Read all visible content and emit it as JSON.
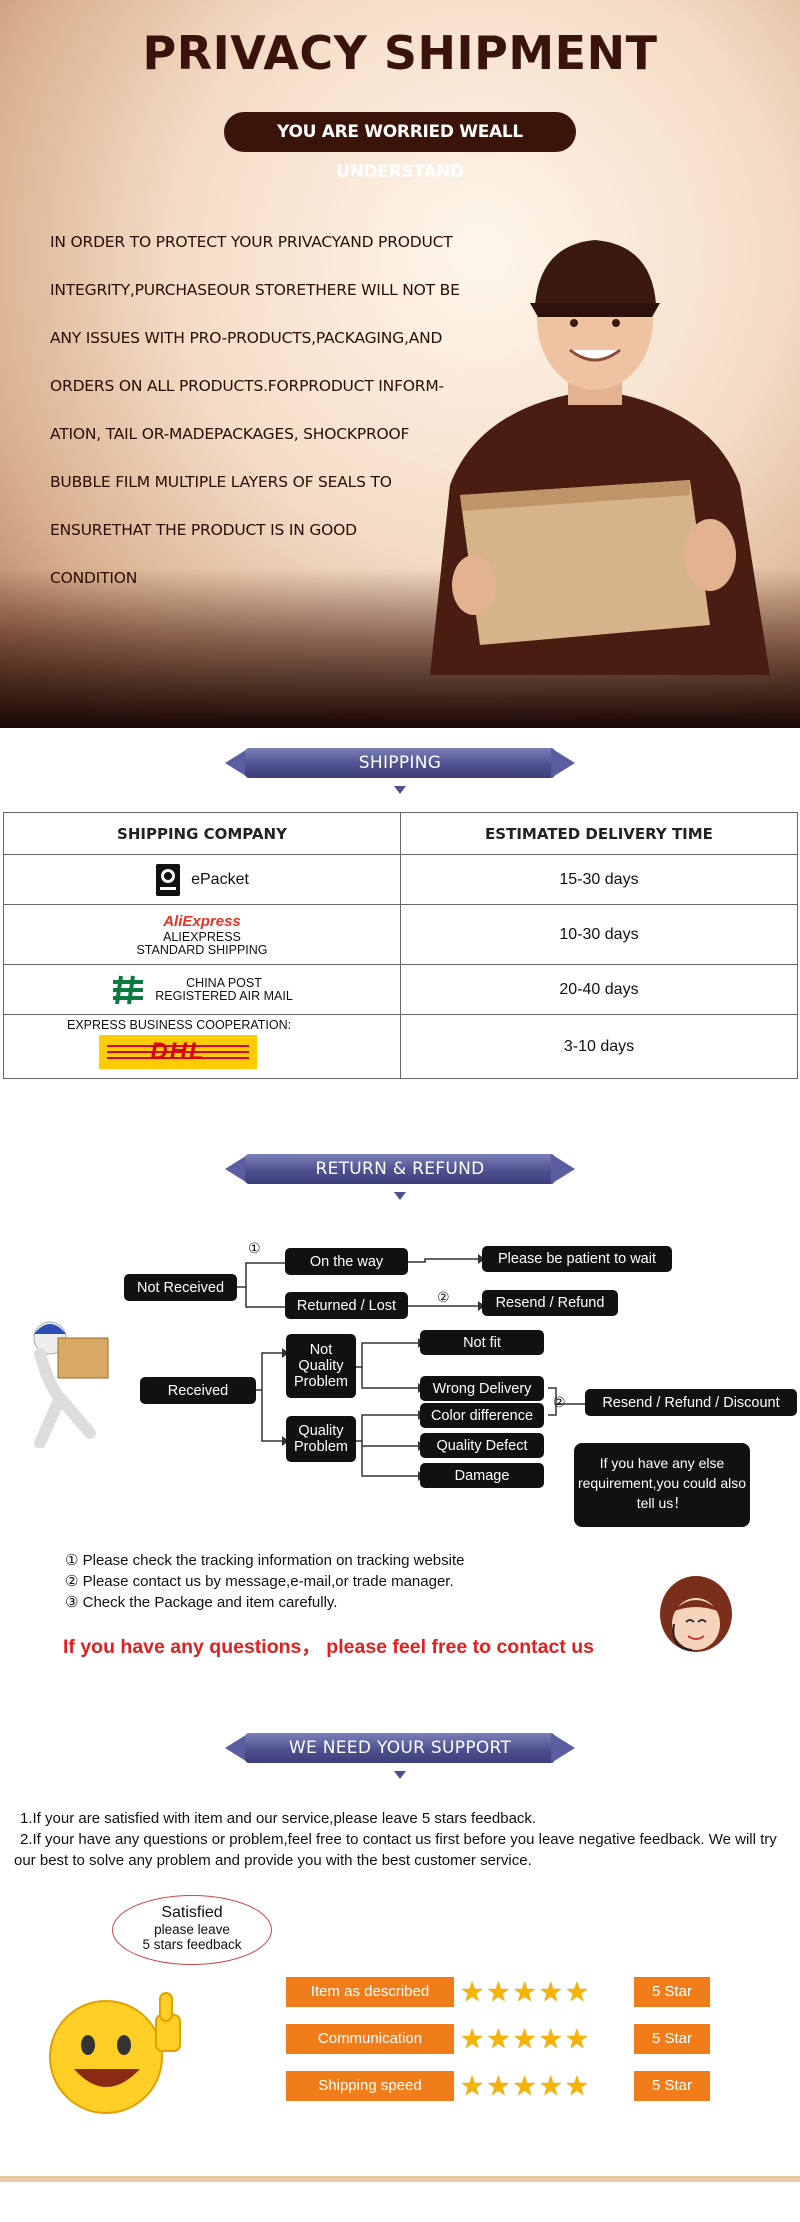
{
  "hero": {
    "title": "PRIVACY SHIPMENT",
    "subtitle": "YOU ARE WORRIED WEALL UNDERSTAND",
    "lines": [
      "IN ORDER TO PROTECT YOUR PRIVACYAND PRODUCT",
      "INTEGRITY,PURCHASEOUR STORETHERE WILL NOT BE",
      "ANY ISSUES WITH PRO-PRODUCTS,PACKAGING,AND",
      "ORDERS ON ALL PRODUCTS.FORPRODUCT INFORM-",
      "ATION, TAIL OR-MADEPACKAGES,   SHOCKPROOF",
      "BUBBLE FILM MULTIPLE LAYERS OF SEALS TO",
      "ENSURETHAT THE PRODUCT IS IN GOOD",
      "CONDITION"
    ]
  },
  "shipping": {
    "heading": "SHIPPING",
    "col1": "SHIPPING COMPANY",
    "col2": "ESTIMATED DELIVERY TIME",
    "rows": [
      {
        "company": "ePacket",
        "time": "15-30 days"
      },
      {
        "logo": "AliExpress",
        "company": "ALIEXPRESS",
        "company2": "STANDARD SHIPPING",
        "time": "10-30 days"
      },
      {
        "company": "CHINA POST",
        "company2": "REGISTERED AIR MAIL",
        "time": "20-40 days"
      },
      {
        "company": "EXPRESS BUSINESS COOPERATION:",
        "logo": "DHL",
        "time": "3-10 days"
      }
    ]
  },
  "refund": {
    "heading": "RETURN & REFUND",
    "not_received": "Not Received",
    "received": "Received",
    "on_the_way": "On the way",
    "returned_lost": "Returned / Lost",
    "be_patient": "Please be patient to wait",
    "resend_refund": "Resend / Refund",
    "not_quality": "Not Quality Problem",
    "quality": "Quality Problem",
    "not_fit": "Not fit",
    "wrong_delivery": "Wrong Delivery",
    "color_diff": "Color difference",
    "quality_defect": "Quality Defect",
    "damage": "Damage",
    "resend_refund_discount": "Resend / Refund / Discount",
    "n1": "①",
    "n2": "②",
    "n3": "③",
    "else": "If you have any else requirement,you could also tell us！",
    "notes": [
      "① Please check the tracking information on tracking website",
      "② Please contact us by message,e-mail,or trade manager.",
      "③ Check the Package and item carefully."
    ],
    "contact": "If you have any questions， please feel free to contact us"
  },
  "support": {
    "heading": "WE NEED YOUR SUPPORT",
    "p1": "1.If your are satisfied with item and our service,please leave 5 stars feedback.",
    "p2": "2.If your have any questions or problem,feel free to contact us first before you leave negative feedback. We will try our best to solve any problem and provide you with the best customer service.",
    "bubble1": "Satisfied",
    "bubble2": "please leave",
    "bubble3": "5 stars feedback",
    "ratings": [
      {
        "label": "Item as described",
        "value": "5 Star",
        "stars": 5
      },
      {
        "label": "Communication",
        "value": "5 Star",
        "stars": 5
      },
      {
        "label": "Shipping speed",
        "value": "5 Star",
        "stars": 5
      }
    ]
  }
}
